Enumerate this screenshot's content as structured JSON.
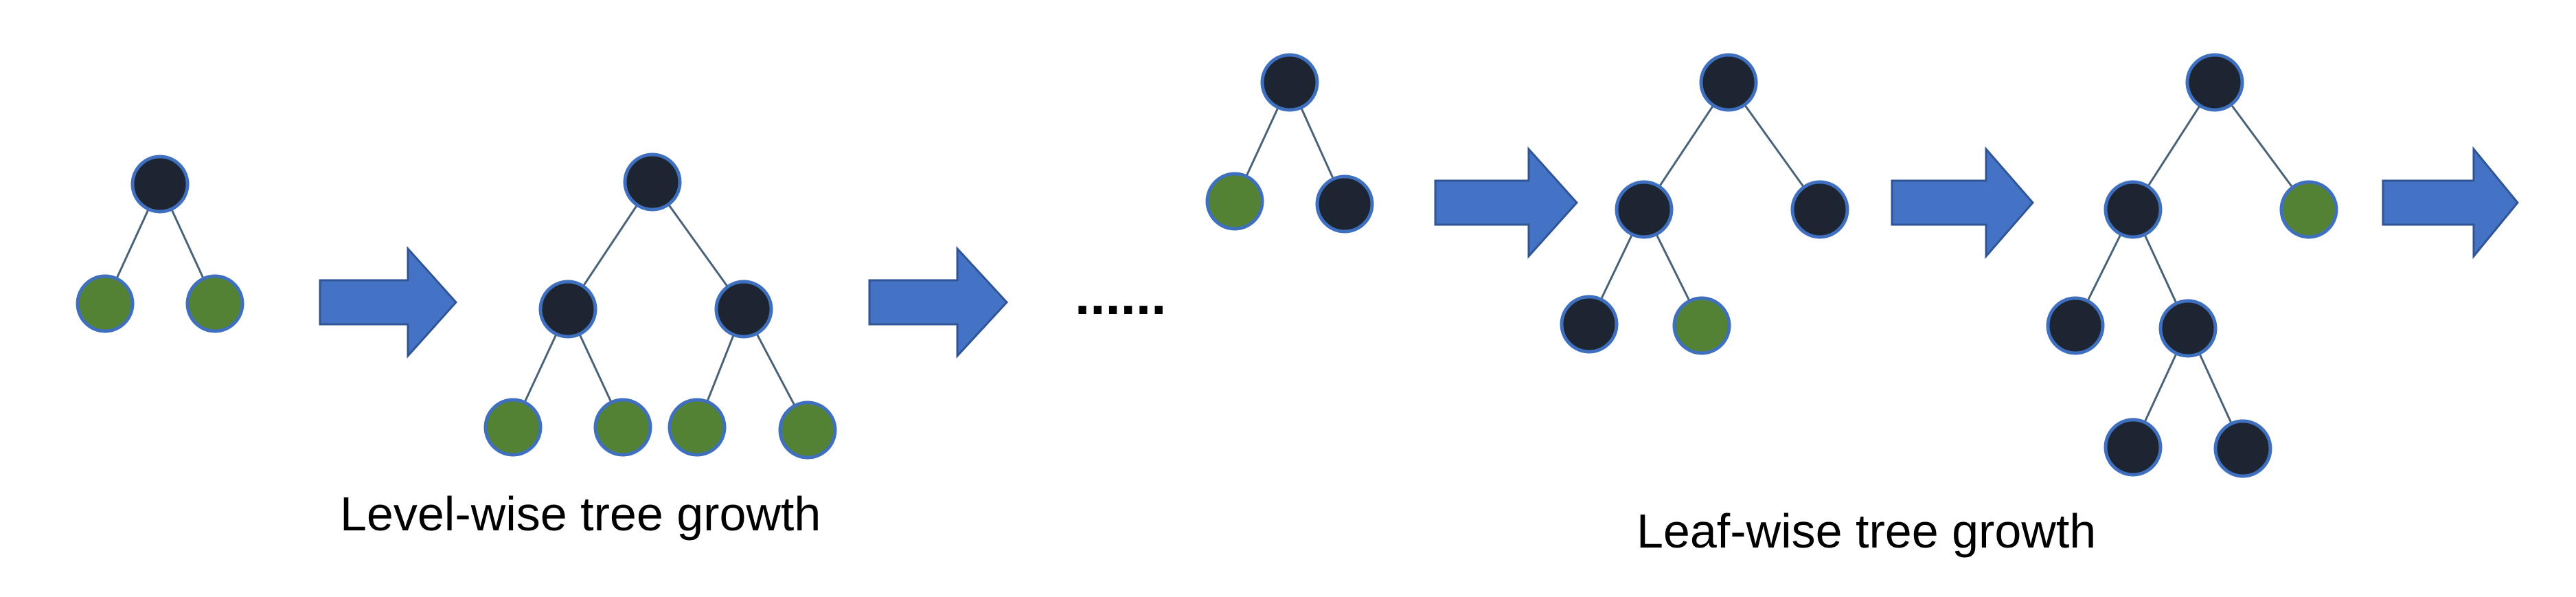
{
  "captions": {
    "level_wise": "Level-wise tree growth",
    "leaf_wise": "Leaf-wise tree growth"
  },
  "ellipsis": "......",
  "colors": {
    "internal_node": "#1d2533",
    "leaf_node": "#548235",
    "arrow": "#4472c4",
    "arrow_border": "#2f5597",
    "edge": "#4a6278"
  },
  "legend_semantics": {
    "internal_node_color": "dark-navy",
    "leaf_node_color": "green"
  }
}
